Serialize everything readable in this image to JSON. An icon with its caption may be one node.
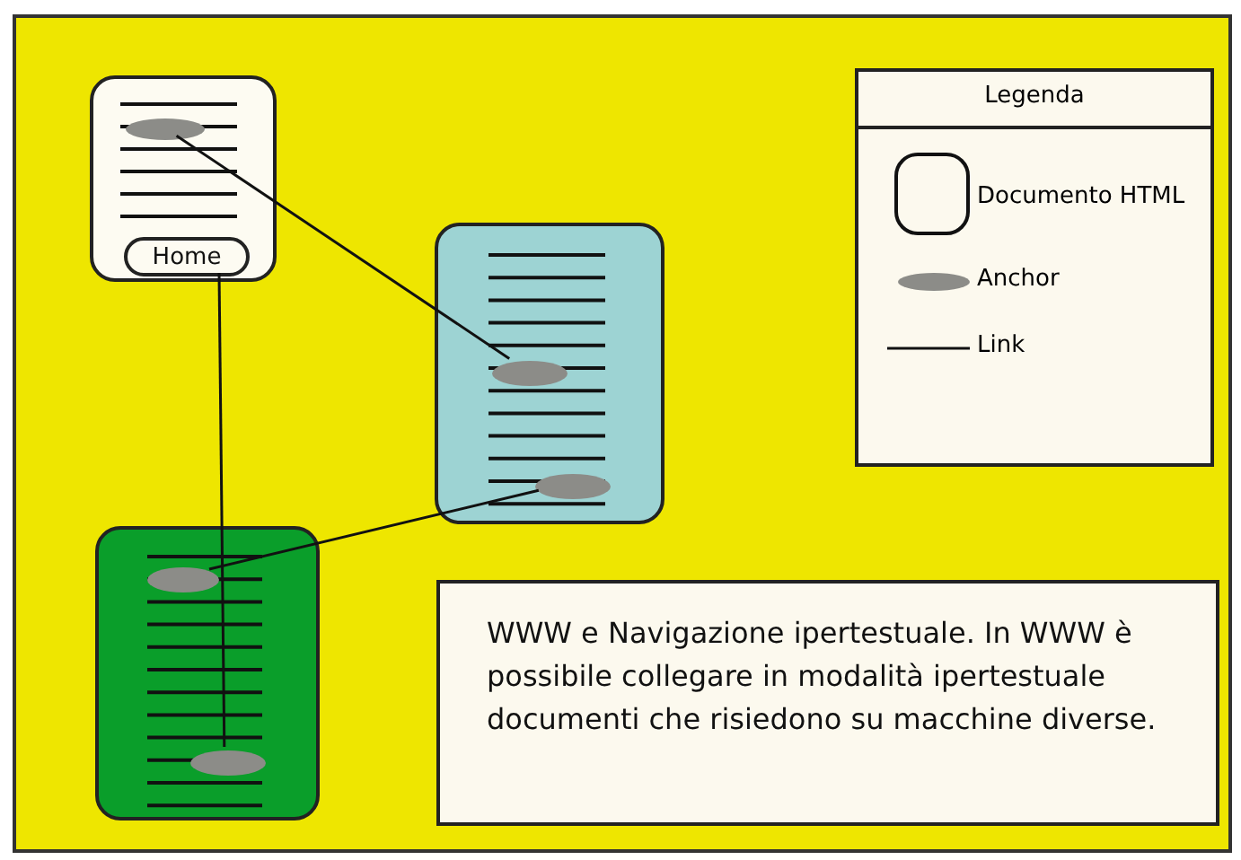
{
  "diagram": {
    "caption": "WWW e Navigazione ipertestuale. In WWW è possibile collegare in modalità ipertestuale documenti che risiedono su macchine diverse.",
    "nodes": [
      {
        "text": [],
        "shape": "box"
      },
      {
        "text": [],
        "shape": "ellipse",
        "in": 0
      },
      {
        "text": [
          "Home"
        ],
        "in": 0
      },
      {
        "text": [],
        "shape": "box"
      },
      {
        "text": [],
        "shape": "ellipse",
        "in": 3
      },
      {
        "text": [],
        "shape": "ellipse",
        "in": 3
      },
      {
        "text": [],
        "shape": "box"
      },
      {
        "text": [],
        "shape": "ellipse",
        "in": 6
      },
      {
        "text": [],
        "shape": "ellipse",
        "in": 6
      }
    ],
    "edges": [
      {
        "from": 1,
        "to": 4,
        "arrow": "none"
      },
      {
        "from": 5,
        "to": 7,
        "arrow": "none"
      },
      {
        "from": 2,
        "to": 8,
        "arrow": "none"
      }
    ],
    "labels": [
      "Legenda"
    ],
    "legend": [
      {
        "text": "Documento HTML"
      },
      {
        "text": "Anchor"
      },
      {
        "text": "Link"
      }
    ]
  }
}
